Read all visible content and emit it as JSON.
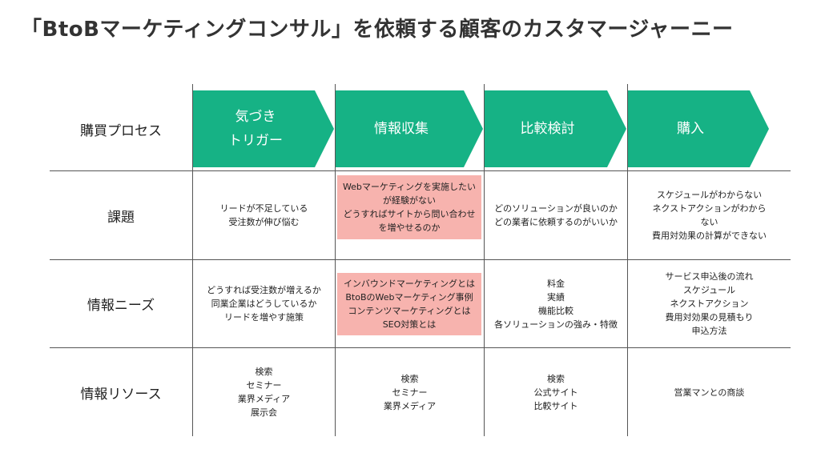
{
  "title": "「BtoBマーケティングコンサル」を依頼する顧客のカスタマージャーニー",
  "row_labels": [
    "購買プロセス",
    "課題",
    "情報ニーズ",
    "情報リソース"
  ],
  "stages": [
    {
      "label_lines": [
        "気づき",
        "トリガー"
      ]
    },
    {
      "label_lines": [
        "情報収集"
      ]
    },
    {
      "label_lines": [
        "比較検討"
      ]
    },
    {
      "label_lines": [
        "購入"
      ]
    }
  ],
  "rows": {
    "issues": [
      {
        "lines": [
          "リードが不足している",
          "受注数が伸び悩む"
        ]
      },
      {
        "lines": [
          "Webマーケティングを実施したい",
          "が経験がない",
          "どうすればサイトから問い合わせ",
          "を増やせるのか"
        ],
        "highlight": true
      },
      {
        "lines": [
          "どのソリューションが良いのか",
          "どの業者に依頼するのがいいか"
        ]
      },
      {
        "lines": [
          "スケジュールがわからない",
          "ネクストアクションがわから",
          "ない",
          "費用対効果の計算ができない"
        ]
      }
    ],
    "needs": [
      {
        "lines": [
          "どうすれば受注数が増えるか",
          "同業企業はどうしているか",
          "リードを増やす施策"
        ]
      },
      {
        "lines": [
          "インバウンドマーケティングとは",
          "BtoBのWebマーケティング事例",
          "コンテンツマーケティングとは",
          "SEO対策とは"
        ],
        "highlight": true
      },
      {
        "lines": [
          "料金",
          "実績",
          "機能比較",
          "各ソリューションの強み・特徴"
        ]
      },
      {
        "lines": [
          "サービス申込後の流れ",
          "スケジュール",
          "ネクストアクション",
          "費用対効果の見積もり",
          "申込方法"
        ]
      }
    ],
    "resources": [
      {
        "lines": [
          "検索",
          "セミナー",
          "業界メディア",
          "展示会"
        ]
      },
      {
        "lines": [
          "検索",
          "セミナー",
          "業界メディア"
        ]
      },
      {
        "lines": [
          "検索",
          "公式サイト",
          "比較サイト"
        ]
      },
      {
        "lines": [
          "営業マンとの商談"
        ]
      }
    ]
  },
  "colors": {
    "arrow": "#16b285",
    "highlight": "#f7b3ae",
    "grid": "#555555"
  }
}
